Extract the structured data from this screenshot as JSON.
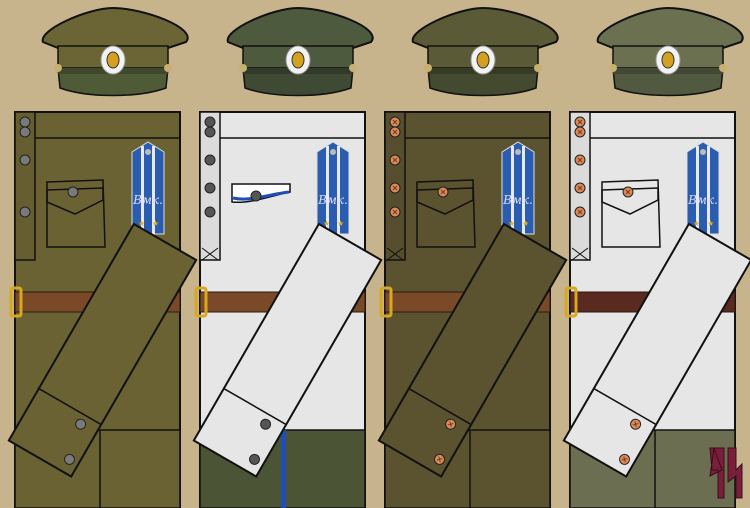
{
  "shoulder_board_text": "Вмк.",
  "logo_text": "ЯК",
  "panels": [
    {
      "cap": "#6b6434",
      "capBand": "#4f5a36",
      "tunic": "#6b6233",
      "trousers": "#6b6233",
      "buttons": "#7a7a7a",
      "buttonStyle": "grey",
      "belt": "#7a4a28",
      "stripe": null,
      "pocket": "tunic-pocket"
    },
    {
      "cap": "#4e5a3e",
      "capBand": "#3f4a34",
      "tunic": "#e6e6e6",
      "trousers": "#4b5536",
      "buttons": "#555555",
      "buttonStyle": "grey",
      "belt": "#7a4a28",
      "stripe": "#1f4fb5",
      "pocket": "flap"
    },
    {
      "cap": "#5a5a36",
      "capBand": "#444a30",
      "tunic": "#5b5230",
      "trousers": "#5b5230",
      "buttons": "#d98b5a",
      "buttonStyle": "copper",
      "belt": "#7a4a28",
      "stripe": null,
      "pocket": "tunic-pocket"
    },
    {
      "cap": "#6a7050",
      "capBand": "#515a40",
      "tunic": "#e6e6e6",
      "trousers": "#6c6e52",
      "buttons": "#d98b5a",
      "buttonStyle": "copper",
      "belt": "#5a2a20",
      "stripe": null,
      "pocket": "tunic-pocket"
    }
  ]
}
